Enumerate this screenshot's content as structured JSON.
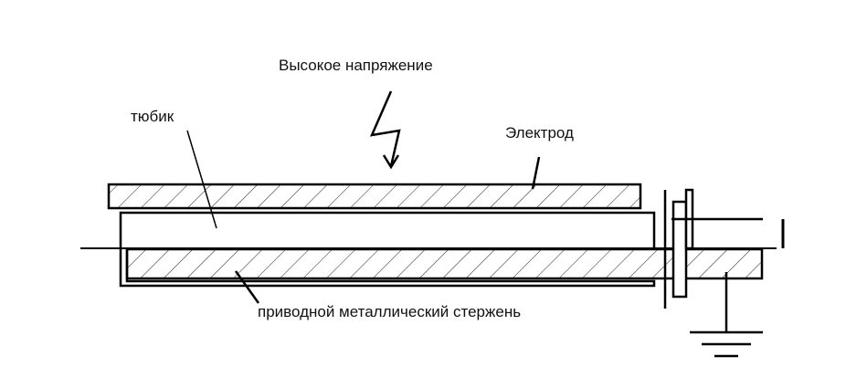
{
  "labels": {
    "high_voltage": "Высокое напряжение",
    "tube": "тюбик",
    "electrode": "Электрод",
    "rod": "приводной металлический стержень"
  },
  "colors": {
    "line": "#000000",
    "background": "#ffffff"
  }
}
